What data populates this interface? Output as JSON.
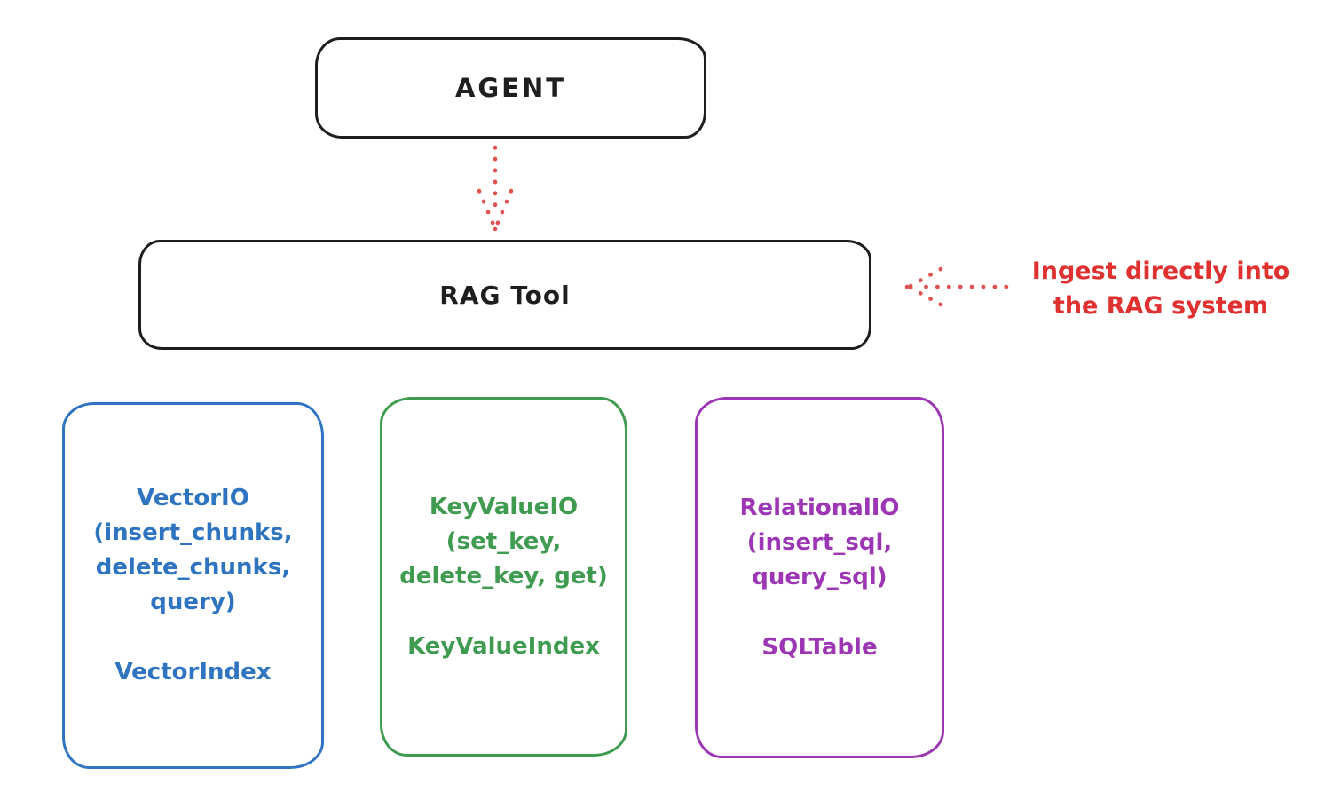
{
  "diagram": {
    "title_context": "RAG tool architecture sketch",
    "agent": {
      "label": "AGENT"
    },
    "rag_tool": {
      "label": "RAG Tool"
    },
    "annotation": {
      "text": "Ingest directly into\nthe RAG system",
      "color": "#e03131"
    },
    "arrows": [
      {
        "name": "agent-to-rag-arrow",
        "style": "dotted",
        "direction": "down",
        "color": "#e03131"
      },
      {
        "name": "ingest-to-rag-arrow",
        "style": "dotted",
        "direction": "left",
        "color": "#e03131"
      }
    ],
    "backends": [
      {
        "id": "vector",
        "color": "#2f74c0",
        "io_lines": "VectorIO\n(insert_chunks,\ndelete_chunks,\nquery)",
        "index_label": "VectorIndex"
      },
      {
        "id": "keyvalue",
        "color": "#3f9b4f",
        "io_lines": "KeyValueIO\n(set_key,\ndelete_key, get)",
        "index_label": "KeyValueIndex"
      },
      {
        "id": "relational",
        "color": "#9c36b5",
        "io_lines": "RelationalIO\n(insert_sql,\nquery_sql)",
        "index_label": "SQLTable"
      }
    ],
    "colors": {
      "stroke": "#1e1e1e",
      "red": "#e03131",
      "blue": "#2f74c0",
      "green": "#3f9b4f",
      "purple": "#9c36b5",
      "background": "#ffffff"
    }
  }
}
